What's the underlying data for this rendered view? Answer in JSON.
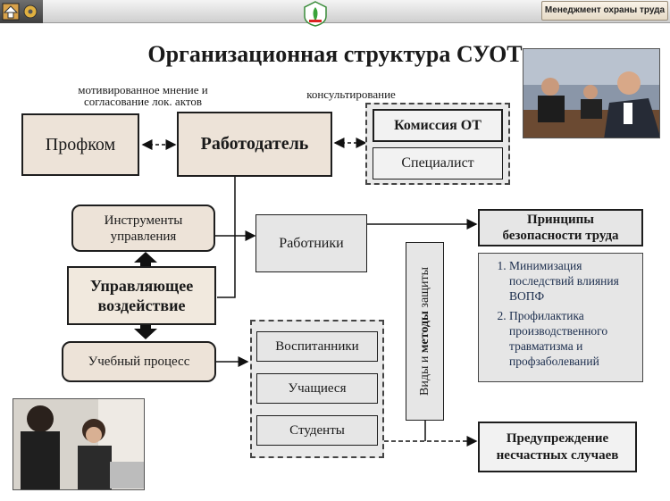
{
  "header": {
    "menu_label": "Менеджмент охраны труда"
  },
  "title": "Организационная структура СУОТ",
  "notes": {
    "left": "мотивированное мнение и согласование лок. актов",
    "right": "консультирование"
  },
  "boxes": {
    "profkom": "Профком",
    "employer": "Работодатель",
    "commission": "Комиссия ОТ",
    "specialist": "Специалист",
    "instruments": "Инструменты управления",
    "workers": "Работники",
    "control": "Управляющее воздействие",
    "edu_process": "Учебный процесс",
    "pupils": "Воспитанники",
    "students_school": "Учащиеся",
    "students_univ": "Студенты",
    "protection_pre": "Виды и",
    "protection_bold": "методы",
    "protection_post": " защиты",
    "principles": "Принципы безопасности труда",
    "prevention": "Предупреждение несчастных случаев"
  },
  "principles_list": [
    "Минимизация последствий влияния ВОПФ",
    "Профилактика производственного травматизма и профзаболеваний"
  ],
  "photos": {
    "top_right": "business-meeting-photo",
    "bottom_left": "office-team-photo"
  },
  "colors": {
    "box_fill": "#ede3d8",
    "grey_fill": "#e6e6e6",
    "list_text": "#1b2d4d"
  }
}
